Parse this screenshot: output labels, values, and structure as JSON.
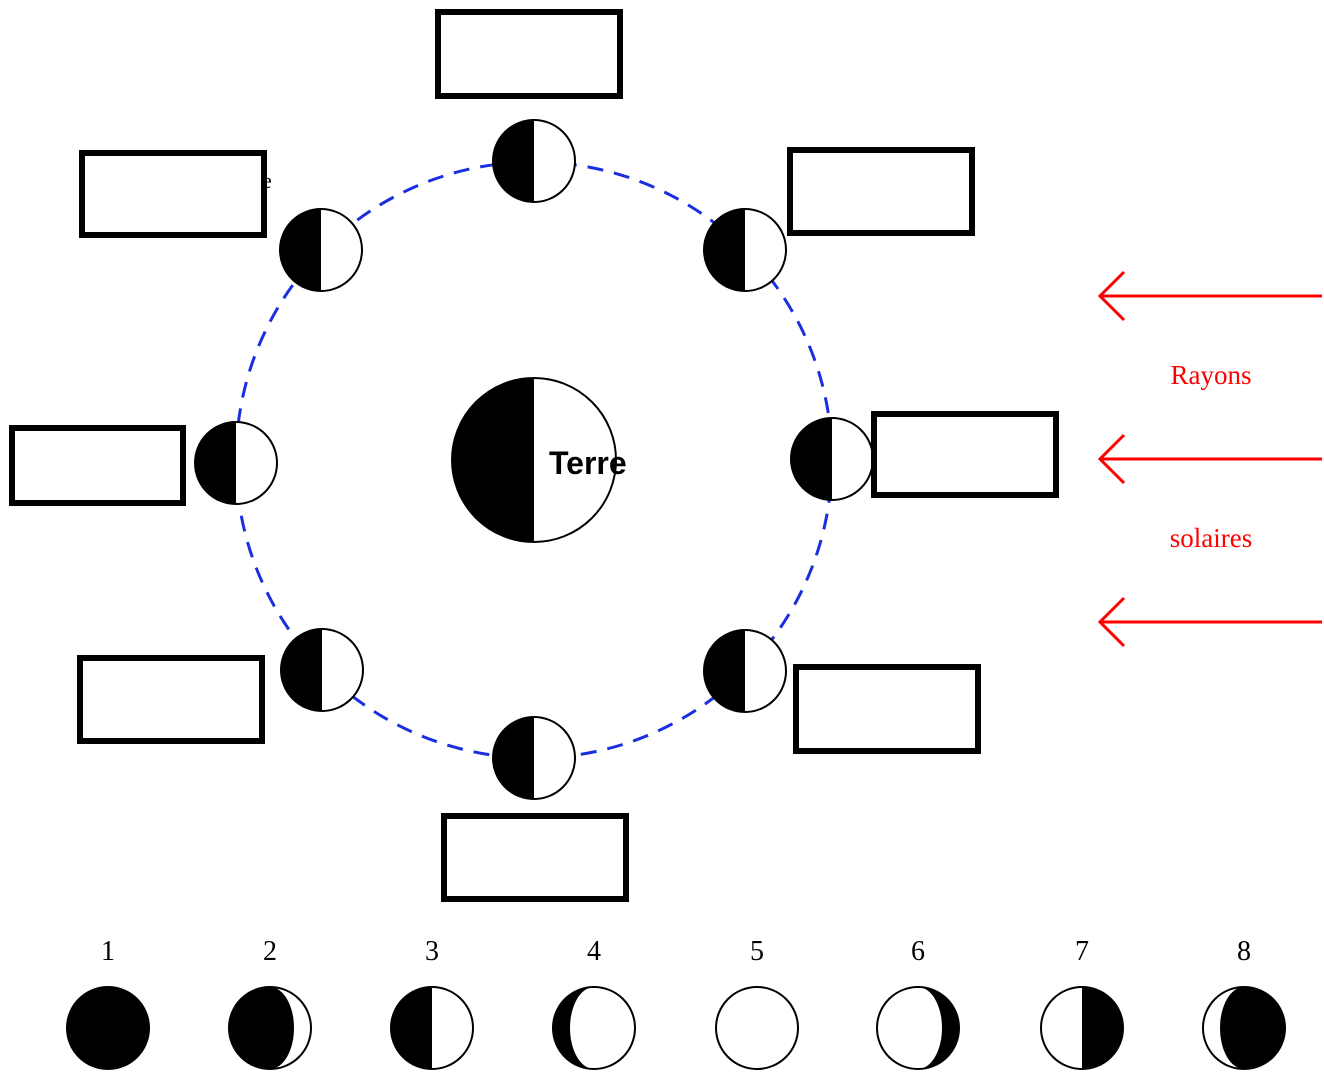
{
  "earth_label": "Terre",
  "partial_hidden_glyph": "e",
  "sun_rays": {
    "label_line1": "Rayons",
    "label_line2": "solaires",
    "color": "#ff0000",
    "arrow_count": 3
  },
  "orbit": {
    "color": "#1a2fe0",
    "style": "dashed",
    "moon_count": 8
  },
  "answer_boxes": {
    "count": 8,
    "values": [
      "",
      "",
      "",
      "",
      "",
      "",
      "",
      ""
    ]
  },
  "phase_legend": [
    {
      "number": "1",
      "phase": "new"
    },
    {
      "number": "2",
      "phase": "waxing-crescent"
    },
    {
      "number": "3",
      "phase": "first-quarter"
    },
    {
      "number": "4",
      "phase": "waxing-gibbous"
    },
    {
      "number": "5",
      "phase": "full"
    },
    {
      "number": "6",
      "phase": "waning-gibbous"
    },
    {
      "number": "7",
      "phase": "last-quarter"
    },
    {
      "number": "8",
      "phase": "waning-crescent"
    }
  ]
}
